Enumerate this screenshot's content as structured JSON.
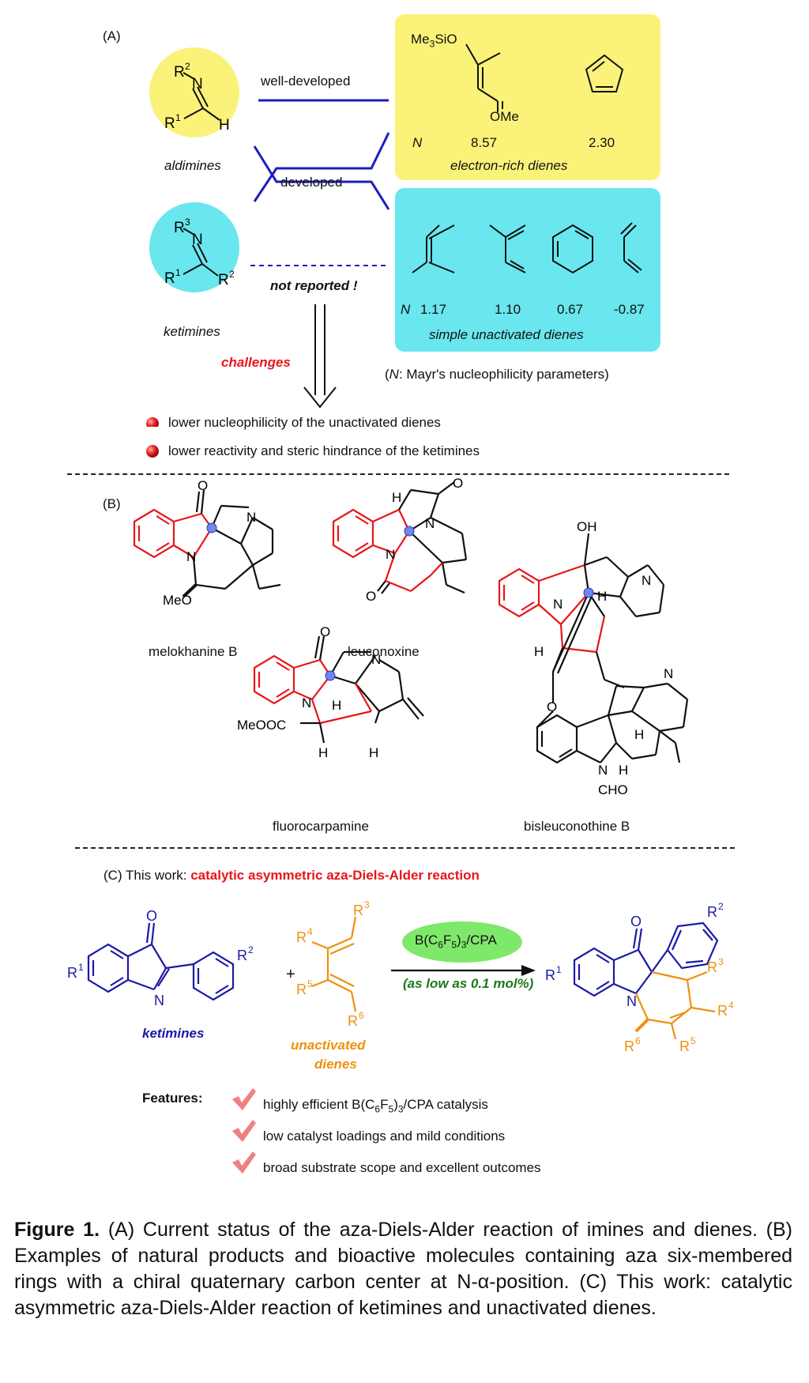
{
  "sectionA": {
    "label": "(A)",
    "arrow_top_label": "well-developed",
    "arrow_mid_label": "developed",
    "not_reported": "not reported !",
    "aldimines": "aldimines",
    "ketimines": "ketimines",
    "challenges": "challenges",
    "rich_dienes_label": "electron-rich dienes",
    "rich_N": "N",
    "rich_values": [
      "8.57",
      "2.30"
    ],
    "danishefsky_top": "Me3SiO",
    "danishefsky_bottom": "OMe",
    "simple_dienes_label": "simple unactivated dienes",
    "simple_N": "N",
    "simple_values": [
      "1.17",
      "1.10",
      "0.67",
      "-0.87"
    ],
    "mayr_note": "(N: Mayr's nucleophilicity parameters)",
    "bullets": [
      "lower nucleophilicity of the unactivated dienes",
      "lower reactivity and steric hindrance of the ketimines"
    ],
    "colors": {
      "yellow": "#fbf27a",
      "cyan": "#69e6ee",
      "line": "#1d1dc0",
      "bullet": "#e8151b"
    }
  },
  "sectionB": {
    "label": "(B)",
    "molecules": [
      "melokhanine B",
      "leuconoxine",
      "fluorocarpamine",
      "bisleuconothine B"
    ],
    "atom_labels": {
      "meo": "MeO",
      "o": "O",
      "n": "N",
      "h": "H",
      "oh": "OH",
      "meooc": "MeOOC",
      "cho": "CHO"
    }
  },
  "sectionC": {
    "label_prefix": "(C) This work:",
    "label_highlight": "catalytic asymmetric aza-Diels-Alder reaction",
    "catalyst": "B(C6F5)3/CPA",
    "loading": "(as low as 0.1 mol%)",
    "ketimines": "ketimines",
    "dienes_line1": "unactivated",
    "dienes_line2": "dienes",
    "plus": "+",
    "features_title": "Features:",
    "features": [
      "highly efficient B(C6F5)3/CPA catalysis",
      "low catalyst loadings and mild conditions",
      "broad substrate scope and excellent outcomes"
    ],
    "colors": {
      "red": "#e8151b",
      "blue": "#1a1aa6",
      "orange": "#f0900e",
      "green": "#1b7a1b",
      "oval": "#7ee86a"
    }
  },
  "caption": {
    "bold": "Figure 1.",
    "text": "(A) Current status of the aza-Diels-Alder reaction of imines and dienes. (B) Examples of natural products and bioactive molecules containing aza six-membered rings with a chiral quaternary carbon center at N-α-position. (C) This work: catalytic asymmetric aza-Diels-Alder reaction of ketimines and unactivated dienes."
  }
}
